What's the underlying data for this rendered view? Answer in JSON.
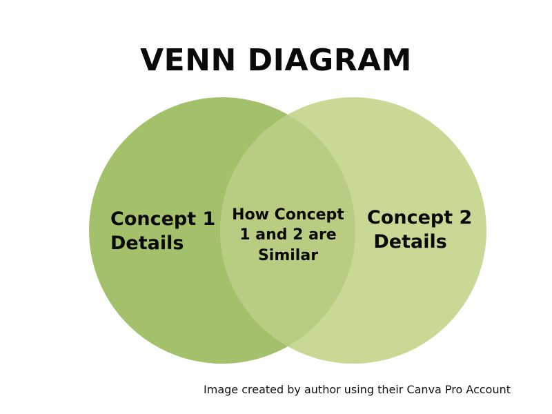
{
  "title": "VENN DIAGRAM",
  "circles": {
    "left": {
      "line1": "Concept  1",
      "line2": "Details",
      "color": "#a3c06a"
    },
    "right": {
      "line1": "Concept  2",
      "line2": " Details",
      "color": "#c8d995"
    },
    "overlap": {
      "line1": "How Concept",
      "line2": "1 and 2 are",
      "line3": "Similar",
      "color": "#b8cd82"
    }
  },
  "caption": "Image created by author using their Canva Pro Account"
}
